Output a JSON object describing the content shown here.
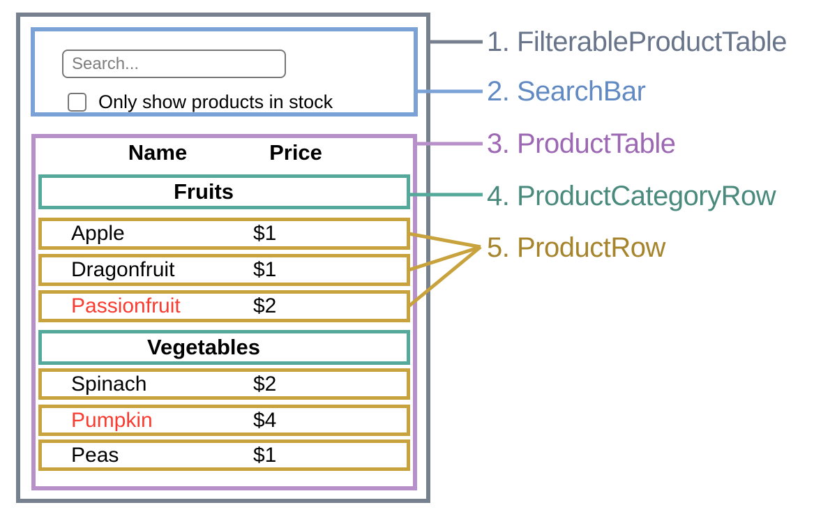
{
  "colors": {
    "filterable_border": "#76808E",
    "filterable_label": "#68748A",
    "searchbar_border": "#7BA2D7",
    "searchbar_label": "#6189C2",
    "producttable_border": "#B78FC9",
    "producttable_label": "#9C67B3",
    "categoryrow_border": "#55A99B",
    "categoryrow_label": "#4A8A7D",
    "productrow_border": "#C8A23D",
    "productrow_label": "#A6842C",
    "out_of_stock_text": "#F93B30",
    "input_border": "#767676",
    "placeholder_text": "#7C7C7C",
    "body_text": "#000000"
  },
  "search_bar": {
    "placeholder": "Search...",
    "checkbox_checked": false,
    "checkbox_label": "Only show products in stock"
  },
  "table": {
    "headers": {
      "name": "Name",
      "price": "Price"
    },
    "categories": [
      {
        "label": "Fruits",
        "rows": [
          {
            "name": "Apple",
            "price": "$1",
            "out_of_stock": false
          },
          {
            "name": "Dragonfruit",
            "price": "$1",
            "out_of_stock": false
          },
          {
            "name": "Passionfruit",
            "price": "$2",
            "out_of_stock": true
          }
        ]
      },
      {
        "label": "Vegetables",
        "rows": [
          {
            "name": "Spinach",
            "price": "$2",
            "out_of_stock": false
          },
          {
            "name": "Pumpkin",
            "price": "$4",
            "out_of_stock": true
          },
          {
            "name": "Peas",
            "price": "$1",
            "out_of_stock": false
          }
        ]
      }
    ]
  },
  "annotations": [
    {
      "label": "1. FilterableProductTable"
    },
    {
      "label": "2. SearchBar"
    },
    {
      "label": "3. ProductTable"
    },
    {
      "label": "4. ProductCategoryRow"
    },
    {
      "label": "5. ProductRow"
    }
  ]
}
